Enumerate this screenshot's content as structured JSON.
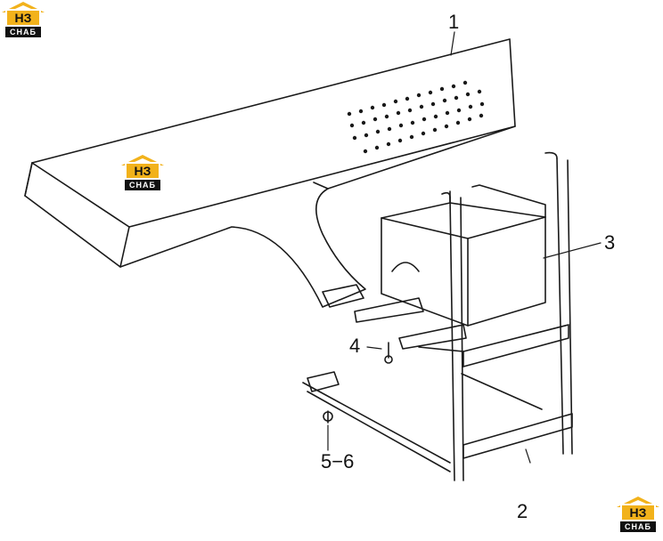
{
  "callouts": {
    "c1": "1",
    "c2": "2",
    "c3": "3",
    "c4": "4",
    "c56": "5−6"
  },
  "logo": {
    "top": "НЗ",
    "bottom": "СНАБ",
    "color": "#f2b21b"
  }
}
